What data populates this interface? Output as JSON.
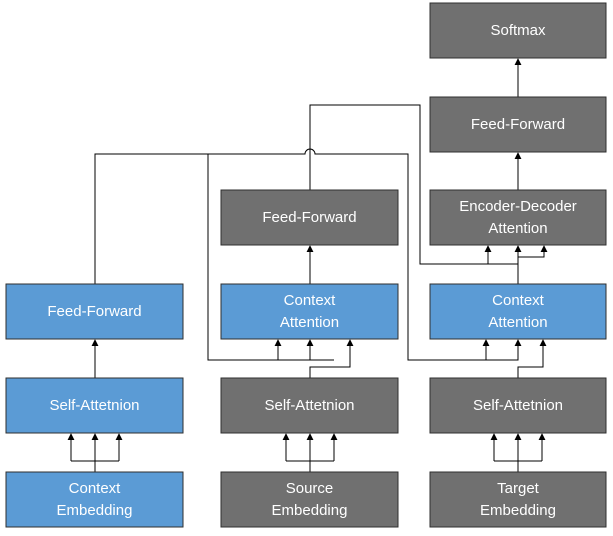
{
  "colors": {
    "blue": "#5b9bd5",
    "gray": "#707070",
    "text_on_gray": "#ffffff",
    "text_on_blue": "#ffffff",
    "line": "#000000"
  },
  "boxes": {
    "softmax": {
      "lines": [
        "Softmax"
      ],
      "fill": "gray"
    },
    "dec_feed_forward": {
      "lines": [
        "Feed-Forward"
      ],
      "fill": "gray"
    },
    "encoder_decoder_attention": {
      "lines": [
        "Encoder-Decoder",
        "Attention"
      ],
      "fill": "gray"
    },
    "src_feed_forward": {
      "lines": [
        "Feed-Forward"
      ],
      "fill": "gray"
    },
    "ctx_feed_forward": {
      "lines": [
        "Feed-Forward"
      ],
      "fill": "blue"
    },
    "src_context_attention": {
      "lines": [
        "Context",
        "Attention"
      ],
      "fill": "blue"
    },
    "tgt_context_attention": {
      "lines": [
        "Context",
        "Attention"
      ],
      "fill": "blue"
    },
    "ctx_self_attention": {
      "lines": [
        "Self-Attetnion"
      ],
      "fill": "blue"
    },
    "src_self_attention": {
      "lines": [
        "Self-Attetnion"
      ],
      "fill": "gray"
    },
    "tgt_self_attention": {
      "lines": [
        "Self-Attetnion"
      ],
      "fill": "gray"
    },
    "context_embedding": {
      "lines": [
        "Context",
        "Embedding"
      ],
      "fill": "blue"
    },
    "source_embedding": {
      "lines": [
        "Source",
        "Embedding"
      ],
      "fill": "gray"
    },
    "target_embedding": {
      "lines": [
        "Target",
        "Embedding"
      ],
      "fill": "gray"
    }
  }
}
